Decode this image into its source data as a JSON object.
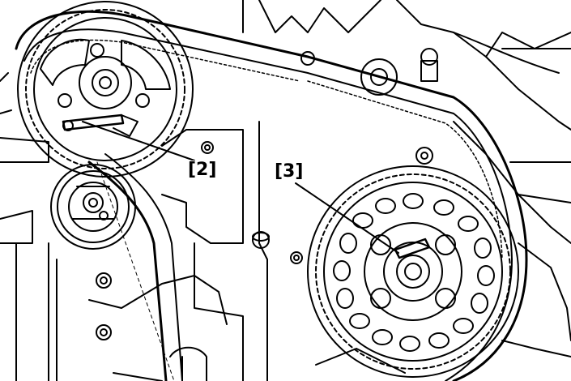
{
  "diagram": {
    "callouts": [
      {
        "id": "2",
        "text": "[2]"
      },
      {
        "id": "3",
        "text": "[3]"
      }
    ],
    "colors": {
      "ink": "#000000",
      "paper": "#ffffff"
    }
  }
}
